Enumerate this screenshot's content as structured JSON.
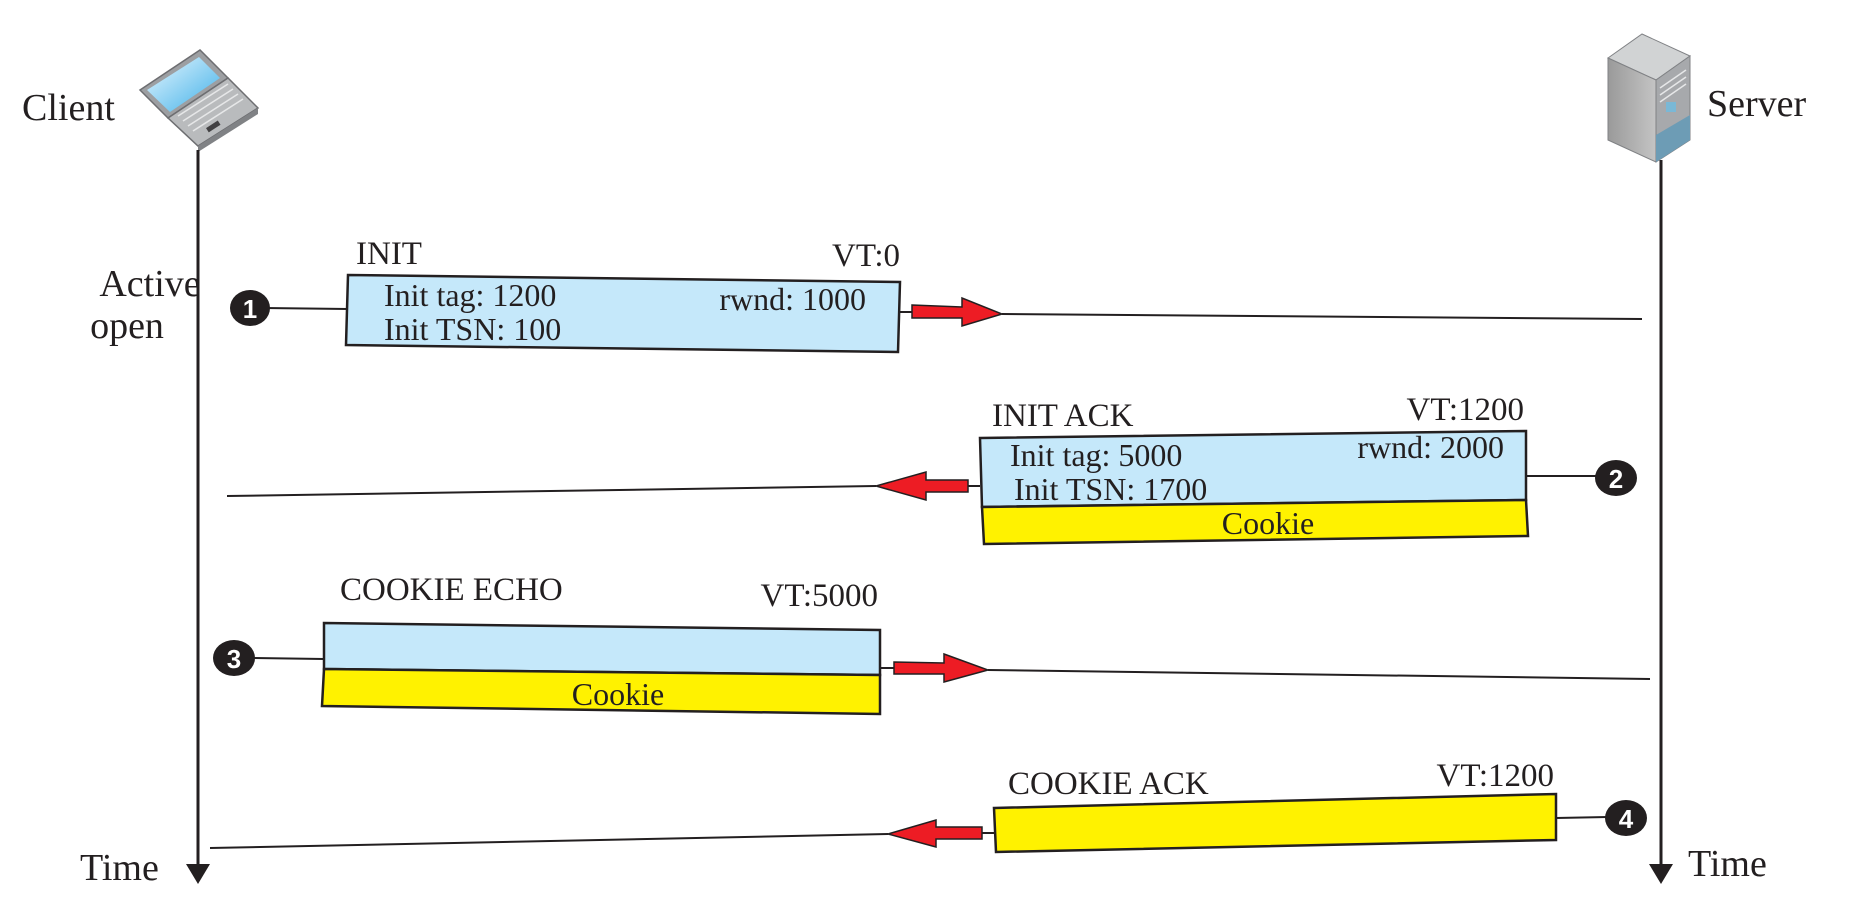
{
  "diagram": {
    "title": "SCTP four-way handshake association establishment",
    "client": {
      "label": "Client",
      "icon": "laptop-icon",
      "state_label_line1": "Active",
      "state_label_line2": "open",
      "time_label": "Time"
    },
    "server": {
      "label": "Server",
      "icon": "server-icon",
      "time_label": "Time"
    },
    "colors": {
      "chunk_header": "#c5e8fa",
      "cookie": "#fff200",
      "arrow": "#ed1c24",
      "line": "#231f20",
      "step_badge": "#231f20"
    },
    "messages": [
      {
        "step": "1",
        "direction": "client-to-server",
        "name": "INIT",
        "vt": "VT:0",
        "fields": [
          "Init tag: 1200",
          "Init TSN: 100"
        ],
        "rwnd": "rwnd: 1000",
        "cookie": null
      },
      {
        "step": "2",
        "direction": "server-to-client",
        "name": "INIT ACK",
        "vt": "VT:1200",
        "fields": [
          "Init tag: 5000",
          "Init TSN: 1700"
        ],
        "rwnd": "rwnd: 2000",
        "cookie": "Cookie"
      },
      {
        "step": "3",
        "direction": "client-to-server",
        "name": "COOKIE ECHO",
        "vt": "VT:5000",
        "fields": [],
        "rwnd": null,
        "cookie": "Cookie"
      },
      {
        "step": "4",
        "direction": "server-to-client",
        "name": "COOKIE ACK",
        "vt": "VT:1200",
        "fields": [],
        "rwnd": null,
        "cookie": null
      }
    ]
  }
}
